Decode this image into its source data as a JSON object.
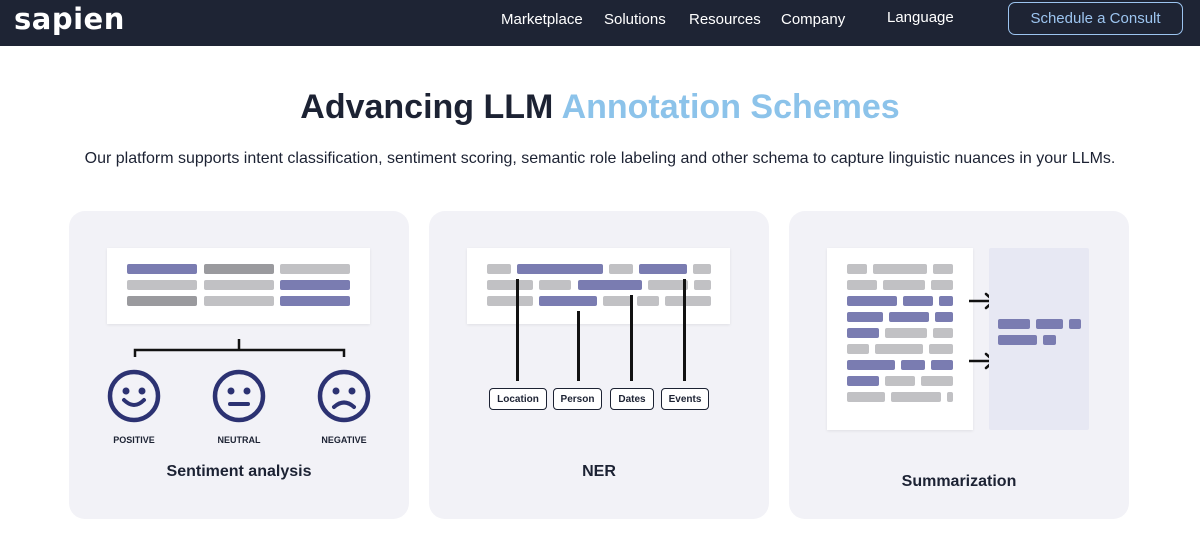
{
  "nav": {
    "logo": "sapien",
    "items": [
      "Marketplace",
      "Solutions",
      "Resources",
      "Company",
      "Language"
    ],
    "cta": "Schedule a Consult"
  },
  "hero": {
    "title_main": "Advancing LLM ",
    "title_accent": "Annotation Schemes",
    "subtitle": "Our platform supports intent classification, sentiment scoring, semantic role labeling and other schema to capture linguistic nuances in your LLMs."
  },
  "cards": {
    "sentiment": {
      "title": "Sentiment analysis",
      "labels": [
        "POSITIVE",
        "NEUTRAL",
        "NEGATIVE"
      ]
    },
    "ner": {
      "title": "NER",
      "tags": [
        "Location",
        "Person",
        "Dates",
        "Events"
      ]
    },
    "summarization": {
      "title": "Summarization"
    }
  },
  "colors": {
    "nav_bg": "#1e2434",
    "accent": "#8cc3ea",
    "bar_purple": "#7a7cb1",
    "bar_gray": "#c1c1c4",
    "card_bg": "#f2f2f7"
  },
  "icons": [
    "smile-face-icon",
    "neutral-face-icon",
    "sad-face-icon",
    "arrow-right-icon"
  ]
}
